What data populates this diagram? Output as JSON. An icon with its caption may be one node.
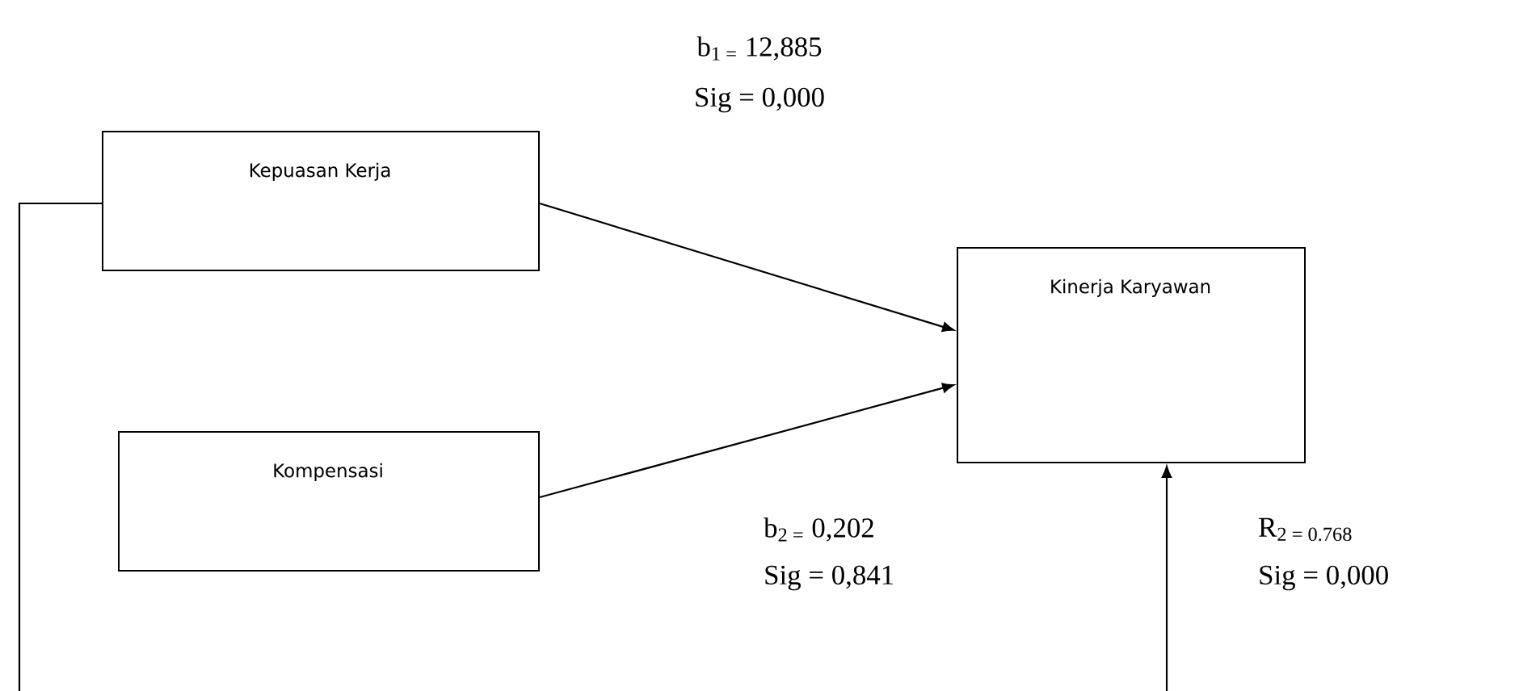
{
  "diagram": {
    "nodes": [
      {
        "text": [
          "Kepuasan Kerja"
        ]
      },
      {
        "text": [
          "Kompensasi"
        ]
      },
      {
        "text": [
          "Kinerja Karyawan"
        ]
      }
    ],
    "edges": [
      {
        "from": 0,
        "to": 2,
        "arrow": "to"
      },
      {
        "from": 1,
        "to": 2,
        "arrow": "to"
      },
      {
        "from": 0,
        "to": null,
        "arrow": "none"
      },
      {
        "from": null,
        "to": 2,
        "arrow": "to"
      }
    ],
    "labels": [
      "b$_{1 =}$ 12,885",
      "Sig = 0,000",
      "b$_{2 =}$ 0,202",
      "Sig = 0,841",
      "R$_{2 = 0.768}$",
      "Sig = 0,000"
    ]
  }
}
